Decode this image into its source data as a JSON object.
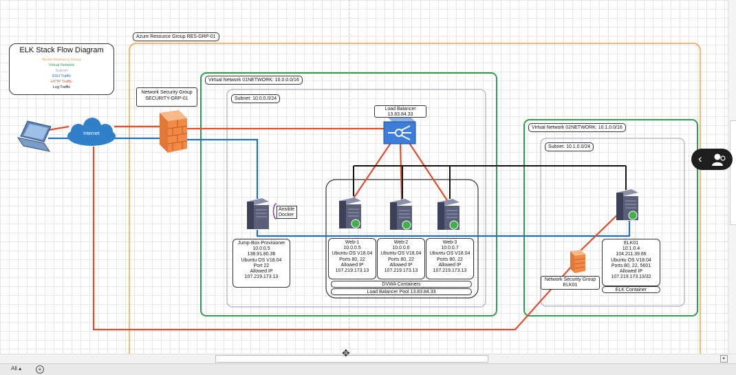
{
  "diagram": {
    "title": "ELK Stack Flow Diagram",
    "legend": [
      {
        "label": "Azure Resource Group",
        "color": "#f0a040"
      },
      {
        "label": "Virtual Network",
        "color": "#2e9e4e"
      },
      {
        "label": "Subnet",
        "color": "#9a9ac8"
      },
      {
        "label": "SSH Traffic",
        "color": "#1f6fb5"
      },
      {
        "label": "HTTP Traffic",
        "color": "#e04b2a"
      },
      {
        "label": "Log Traffic",
        "color": "#111111"
      }
    ],
    "resource_group": "Azure Resource Group RES-GRP-01",
    "nsg1": {
      "line1": "Network Security Group",
      "line2": "SECURITY-GRP-01"
    },
    "internet": "Internet",
    "vnet1": "Virtual Network 01NETWORK: 10.0.0.0/16",
    "subnet1": "Subnet: 10.0.0.0/24",
    "lb": {
      "line1": "Load Balancer",
      "line2": "13.83.84.33"
    },
    "ansible": {
      "line1": "Ansible",
      "line2": "Docker"
    },
    "jumpbox": [
      "Jump-Box-Provisioner",
      "10.0.0.5",
      "138.91.80.36",
      "Ubuntu OS V18.04",
      "Port 22",
      "Allowed IP",
      "107.219.173.13"
    ],
    "web1": [
      "Web-1",
      "10.0.0.5",
      "Ubuntu OS V18.04",
      "Ports 80, 22",
      "Allowed IP",
      "107.219.173.13"
    ],
    "web2": [
      "Web-2",
      "10.0.0.6",
      "Ubuntu OS V18.04",
      "Ports 80, 22",
      "Allowed IP",
      "107.219.173.13"
    ],
    "web3": [
      "Web-3",
      "10.0.0.7",
      "Ubuntu OS V18.04",
      "Ports 80, 22",
      "Allowed IP",
      "107.219.173.13"
    ],
    "dvwa": "DVWA Containers",
    "pool": "Load Balancer Pool 13.83.84.33",
    "vnet2": "Virtual Network 02NETWORK: 10.1.0.0/16",
    "subnet2": "Subnet: 10.1.0.0/24",
    "nsg2": {
      "line1": "Network Security Group",
      "line2": "ELK01"
    },
    "elk": [
      "ELK01",
      "10.1.0.4",
      "104.211.39.66",
      "Ubuntu OS V18.04",
      "Ports 80, 22, 5601",
      "Allowed IP",
      "107.219.173.13/32"
    ],
    "elk_container": "ELK Container"
  },
  "ui": {
    "tab_all": "All",
    "tab_add": "+",
    "colors": {
      "http": "#e04b2a",
      "ssh": "#1f6fb5",
      "log": "#111111",
      "rg": "#f0a040",
      "vnet": "#2e9e4e",
      "subnet": "#b8b8cc"
    }
  }
}
